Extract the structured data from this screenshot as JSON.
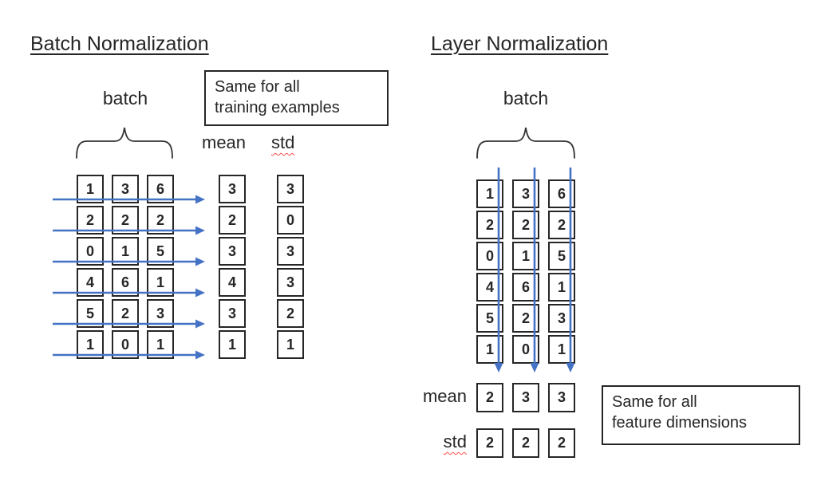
{
  "left_panel": {
    "title": "Batch Normalization",
    "batch_label": "batch",
    "note_line1": "Same for all",
    "note_line2": "training examples",
    "mean_label": "mean",
    "std_label": "std",
    "grid_rows": [
      [
        1,
        3,
        6
      ],
      [
        2,
        2,
        2
      ],
      [
        0,
        1,
        5
      ],
      [
        4,
        6,
        1
      ],
      [
        5,
        2,
        3
      ],
      [
        1,
        0,
        1
      ]
    ],
    "mean_values": [
      3,
      2,
      3,
      4,
      3,
      1
    ],
    "std_values": [
      3,
      0,
      3,
      3,
      2,
      1
    ]
  },
  "right_panel": {
    "title": "Layer Normalization",
    "batch_label": "batch",
    "note_line1": "Same for all",
    "note_line2": "feature dimensions",
    "mean_label": "mean",
    "std_label": "std",
    "grid_rows": [
      [
        1,
        3,
        6
      ],
      [
        2,
        2,
        2
      ],
      [
        0,
        1,
        5
      ],
      [
        4,
        6,
        1
      ],
      [
        5,
        2,
        3
      ],
      [
        1,
        0,
        1
      ]
    ],
    "mean_values": [
      2,
      3,
      3
    ],
    "std_values": [
      2,
      2,
      2
    ]
  },
  "colors": {
    "arrow_blue": "#4472C4",
    "ink_black": "#262626",
    "squiggle_red": "#ff4d4d"
  }
}
